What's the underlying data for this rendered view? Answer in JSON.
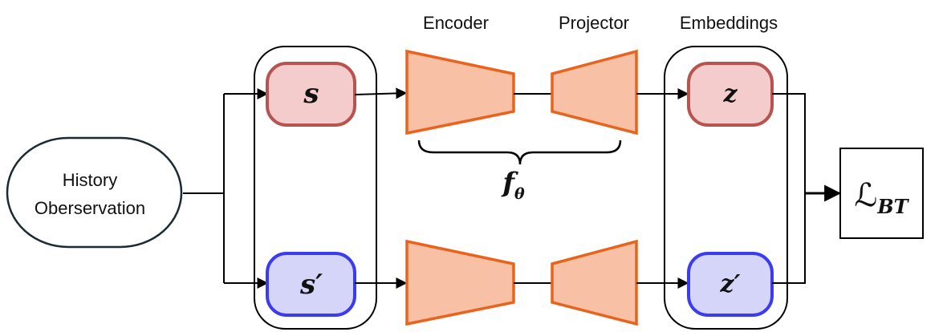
{
  "stage_labels": {
    "encoder": "Encoder",
    "projector": "Projector",
    "embeddings": "Embeddings"
  },
  "input": {
    "line1": "History",
    "line2": "Oberservation"
  },
  "views": {
    "top": {
      "symbol": "s",
      "prime": ""
    },
    "bottom": {
      "symbol": "s",
      "prime": "′"
    }
  },
  "embeddings": {
    "top": {
      "symbol": "z",
      "prime": ""
    },
    "bottom": {
      "symbol": "z",
      "prime": "′"
    }
  },
  "network": {
    "symbol": "f",
    "subscript": "θ"
  },
  "loss": {
    "symbol": "ℒ",
    "subscript": "BT"
  },
  "colors": {
    "input_stroke": "#1b2a33",
    "view_top_fill": "#f4cccc",
    "view_top_stroke": "#b85450",
    "view_bottom_fill": "#d5d5fa",
    "view_bottom_stroke": "#3b3bf0",
    "trapezoid_fill": "#f8c1a6",
    "trapezoid_stroke": "#e8641e",
    "line": "#000000"
  }
}
